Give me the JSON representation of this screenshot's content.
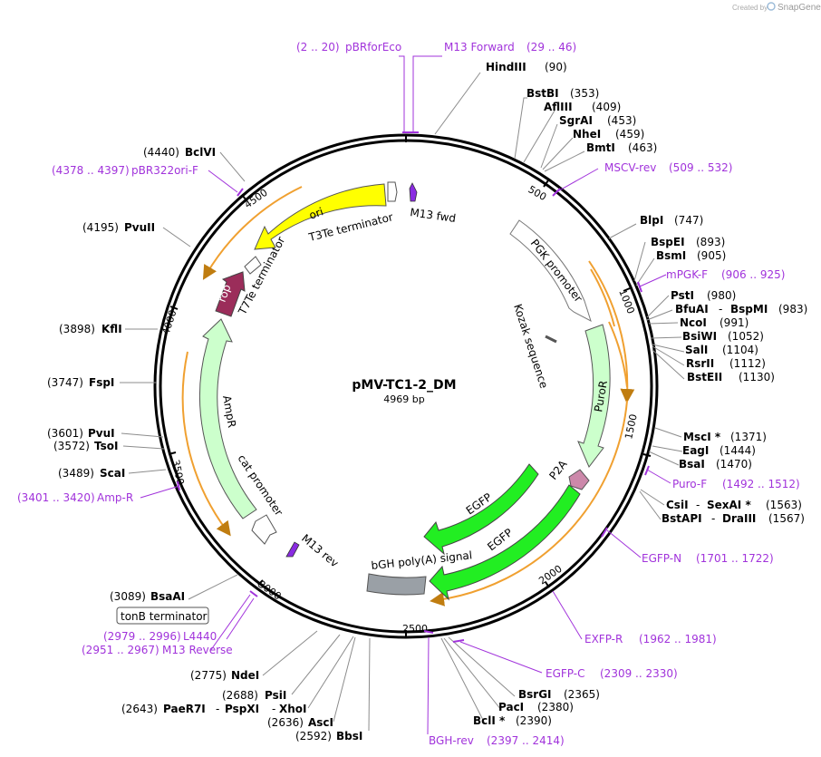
{
  "branding": {
    "created_by": "Created by",
    "app": "SnapGene"
  },
  "plasmid": {
    "name": "pMV-TC1-2_DM",
    "size": "4969 bp"
  },
  "ticks": [
    "500",
    "1000",
    "1500",
    "2000",
    "2500",
    "3000",
    "3500",
    "4000",
    "4500"
  ],
  "features": {
    "m13_fwd": "M13 fwd",
    "pgk_promoter": "PGK promoter",
    "kozak": "Kozak sequence",
    "puror": "PuroR",
    "p2a": "P2A",
    "egfp1": "EGFP",
    "egfp2": "EGFP",
    "bgh": "bGH poly(A) signal",
    "m13_rev": "M13 rev",
    "cat_promoter": "cat promoter",
    "ampr": "AmpR",
    "rop": "rop",
    "t7te": "T7Te terminator",
    "ori": "ori",
    "t3te": "T3Te terminator",
    "tonb": "tonB terminator"
  },
  "enzymes": [
    {
      "name": "HindIII",
      "pos": "(90)"
    },
    {
      "name": "BstBI",
      "pos": "(353)"
    },
    {
      "name": "AflIII",
      "pos": "(409)"
    },
    {
      "name": "SgrAI",
      "pos": "(453)"
    },
    {
      "name": "NheI",
      "pos": "(459)"
    },
    {
      "name": "BmtI",
      "pos": "(463)"
    },
    {
      "name": "BlpI",
      "pos": "(747)"
    },
    {
      "name": "BspEI",
      "pos": "(893)"
    },
    {
      "name": "BsmI",
      "pos": "(905)"
    },
    {
      "name": "PstI",
      "pos": "(980)"
    },
    {
      "name": "BfuAI",
      "sep": "-",
      "name2": "BspMI",
      "pos": "(983)"
    },
    {
      "name": "NcoI",
      "pos": "(991)"
    },
    {
      "name": "BsiWI",
      "pos": "(1052)"
    },
    {
      "name": "SalI",
      "pos": "(1104)"
    },
    {
      "name": "RsrII",
      "pos": "(1112)"
    },
    {
      "name": "BstEII",
      "pos": "(1130)"
    },
    {
      "name": "MscI *",
      "pos": "(1371)"
    },
    {
      "name": "EagI",
      "pos": "(1444)"
    },
    {
      "name": "BsaI",
      "pos": "(1470)"
    },
    {
      "name": "CsiI",
      "sep": "-",
      "name2": "SexAI *",
      "pos": "(1563)"
    },
    {
      "name": "BstAPI",
      "sep": "-",
      "name2": "DraIII",
      "pos": "(1567)"
    },
    {
      "name": "BsrGI",
      "pos": "(2365)"
    },
    {
      "name": "PacI",
      "pos": "(2380)"
    },
    {
      "name": "BclI *",
      "pos": "(2390)"
    },
    {
      "name": "BbsI",
      "pos": "(2592)"
    },
    {
      "name": "AscI",
      "pos": "(2636)"
    },
    {
      "name": "PaeR7I",
      "sep": "-",
      "name2": "PspXI",
      "sep2": "-",
      "name3": "XhoI",
      "pos": "(2643)"
    },
    {
      "name": "PsiI",
      "pos": "(2688)"
    },
    {
      "name": "NdeI",
      "pos": "(2775)"
    },
    {
      "name": "BsaAI",
      "pos": "(3089)"
    },
    {
      "name": "ScaI",
      "pos": "(3489)"
    },
    {
      "name": "TsoI",
      "pos": "(3572)"
    },
    {
      "name": "PvuI",
      "pos": "(3601)"
    },
    {
      "name": "FspI",
      "pos": "(3747)"
    },
    {
      "name": "KflI",
      "pos": "(3898)"
    },
    {
      "name": "PvuII",
      "pos": "(4195)"
    },
    {
      "name": "BclVI",
      "pos": "(4440)"
    }
  ],
  "primers": [
    {
      "name": "pBRforEco",
      "range": "(2 .. 20)"
    },
    {
      "name": "M13 Forward",
      "range": "(29 .. 46)"
    },
    {
      "name": "MSCV-rev",
      "range": "(509 .. 532)"
    },
    {
      "name": "mPGK-F",
      "range": "(906 .. 925)"
    },
    {
      "name": "Puro-F",
      "range": "(1492 .. 1512)"
    },
    {
      "name": "EGFP-N",
      "range": "(1701 .. 1722)"
    },
    {
      "name": "EXFP-R",
      "range": "(1962 .. 1981)"
    },
    {
      "name": "EGFP-C",
      "range": "(2309 .. 2330)"
    },
    {
      "name": "BGH-rev",
      "range": "(2397 .. 2414)"
    },
    {
      "name": "L4440",
      "range": "(2979 .. 2996)"
    },
    {
      "name": "M13 Reverse",
      "range": "(2951 .. 2967)"
    },
    {
      "name": "Amp-R",
      "range": "(3401 .. 3420)"
    },
    {
      "name": "pBR322ori-F",
      "range": "(4378 .. 4397)"
    }
  ],
  "colors": {
    "backbone": "#000000",
    "arc_orange": "#f0a030",
    "promoter": "#ffffff",
    "puror": "#ccffcc",
    "egfp": "#22ee22",
    "p2a": "#cc88aa",
    "bgh": "#9aa0a6",
    "m13": "#8a2be2",
    "ampr": "#ccffcc",
    "rop": "#9b2d5a",
    "ori": "#ffff00",
    "primer": "#a133db",
    "lead": "#8c8c8c"
  }
}
